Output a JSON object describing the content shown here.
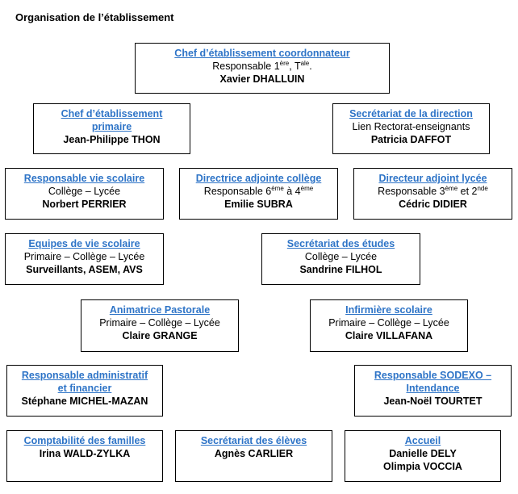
{
  "page_title": "Organisation de l’établissement",
  "boxes": {
    "chef_coord": {
      "title": "Chef d’établissement coordonnateur",
      "desc_pre": "Responsable 1",
      "desc_sup1": "ère",
      "desc_mid": ", T",
      "desc_sup2": "ale",
      "desc_post": ".",
      "name": "Xavier DHALLUIN"
    },
    "chef_primaire": {
      "title_1": "Chef d’établissement",
      "title_2": "primaire",
      "name": "Jean-Philippe THON"
    },
    "secretariat_direction": {
      "title": "Secrétariat de la direction",
      "desc": "Lien Rectorat-enseignants",
      "name": "Patricia DAFFOT"
    },
    "vie_scolaire": {
      "title": "Responsable vie scolaire",
      "desc": "Collège – Lycée",
      "name": "Norbert PERRIER"
    },
    "adjointe_college": {
      "title": "Directrice adjointe collège",
      "desc_pre": "Responsable 6",
      "desc_sup1": "ème",
      "desc_mid": " à 4",
      "desc_sup2": "ème",
      "name": "Emilie SUBRA"
    },
    "adjoint_lycee": {
      "title": "Directeur adjoint lycée",
      "desc_pre": "Responsable 3",
      "desc_sup1": "ème",
      "desc_mid": " et 2",
      "desc_sup2": "nde",
      "name": "Cédric DIDIER"
    },
    "equipes_vie": {
      "title": "Equipes de vie scolaire",
      "desc": "Primaire – Collège – Lycée",
      "name": "Surveillants, ASEM, AVS"
    },
    "secretariat_etudes": {
      "title": "Secrétariat des études",
      "desc": "Collège – Lycée",
      "name": "Sandrine FILHOL"
    },
    "pastorale": {
      "title": "Animatrice Pastorale",
      "desc": "Primaire – Collège – Lycée",
      "name": "Claire GRANGE"
    },
    "infirmiere": {
      "title": "Infirmière scolaire",
      "desc": "Primaire – Collège – Lycée",
      "name": "Claire VILLAFANA"
    },
    "admin_fin": {
      "title_1": "Responsable administratif",
      "title_2": "et financier",
      "name": "Stéphane MICHEL-MAZAN"
    },
    "sodexo": {
      "title_1": "Responsable SODEXO –",
      "title_2": "Intendance",
      "name": "Jean-Noël TOURTET"
    },
    "compta": {
      "title": "Comptabilité des familles",
      "name": "Irina WALD-ZYLKA"
    },
    "secretariat_eleves": {
      "title": "Secrétariat des élèves",
      "name": "Agnès CARLIER"
    },
    "accueil": {
      "title": "Accueil",
      "name_1": "Danielle DELY",
      "name_2": "Olimpia VOCCIA"
    }
  }
}
